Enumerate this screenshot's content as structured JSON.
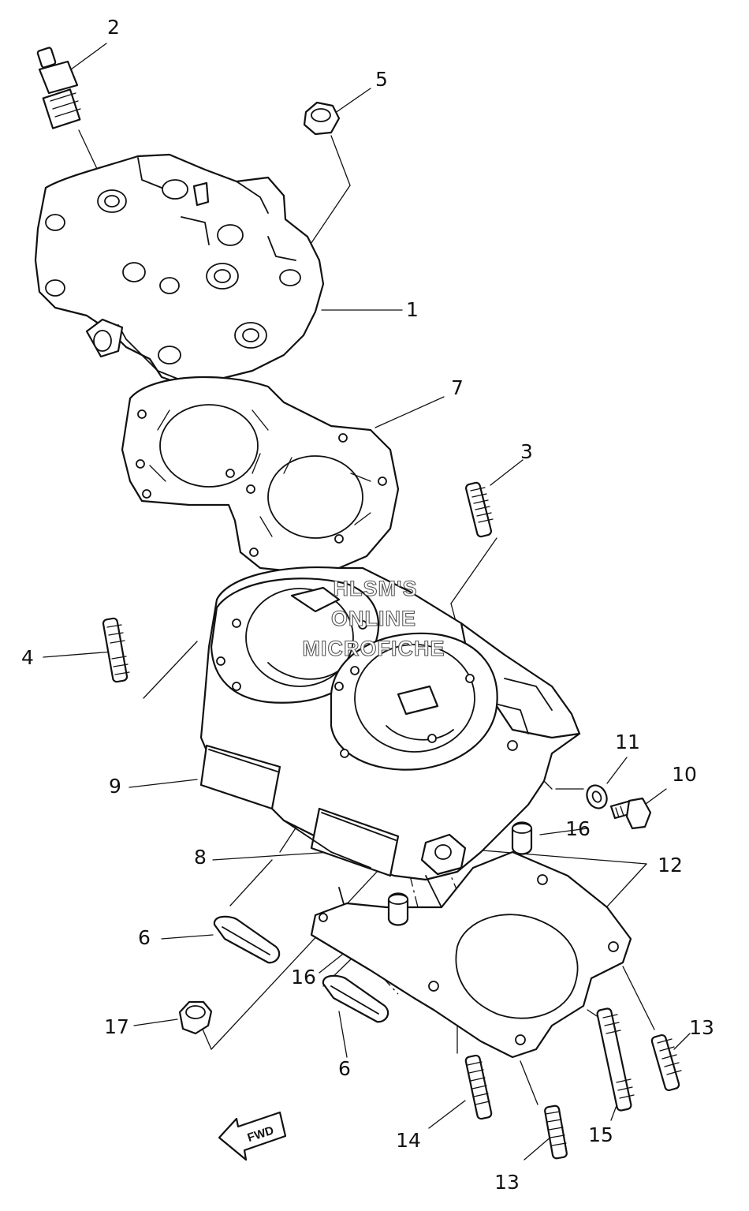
{
  "callouts": [
    {
      "id": "c1",
      "text": "1"
    },
    {
      "id": "c2",
      "text": "2"
    },
    {
      "id": "c3",
      "text": "3"
    },
    {
      "id": "c4",
      "text": "4"
    },
    {
      "id": "c5",
      "text": "5"
    },
    {
      "id": "c6a",
      "text": "6"
    },
    {
      "id": "c6b",
      "text": "6"
    },
    {
      "id": "c7",
      "text": "7"
    },
    {
      "id": "c8",
      "text": "8"
    },
    {
      "id": "c9",
      "text": "9"
    },
    {
      "id": "c10",
      "text": "10"
    },
    {
      "id": "c11",
      "text": "11"
    },
    {
      "id": "c12",
      "text": "12"
    },
    {
      "id": "c13a",
      "text": "13"
    },
    {
      "id": "c13b",
      "text": "13"
    },
    {
      "id": "c14",
      "text": "14"
    },
    {
      "id": "c15",
      "text": "15"
    },
    {
      "id": "c16a",
      "text": "16"
    },
    {
      "id": "c16b",
      "text": "16"
    },
    {
      "id": "c17",
      "text": "17"
    }
  ],
  "watermark": {
    "line1": "HLSM'S",
    "line2": "ONLINE",
    "line3": "MICROFICHE"
  },
  "fwd_marker": "FWD"
}
